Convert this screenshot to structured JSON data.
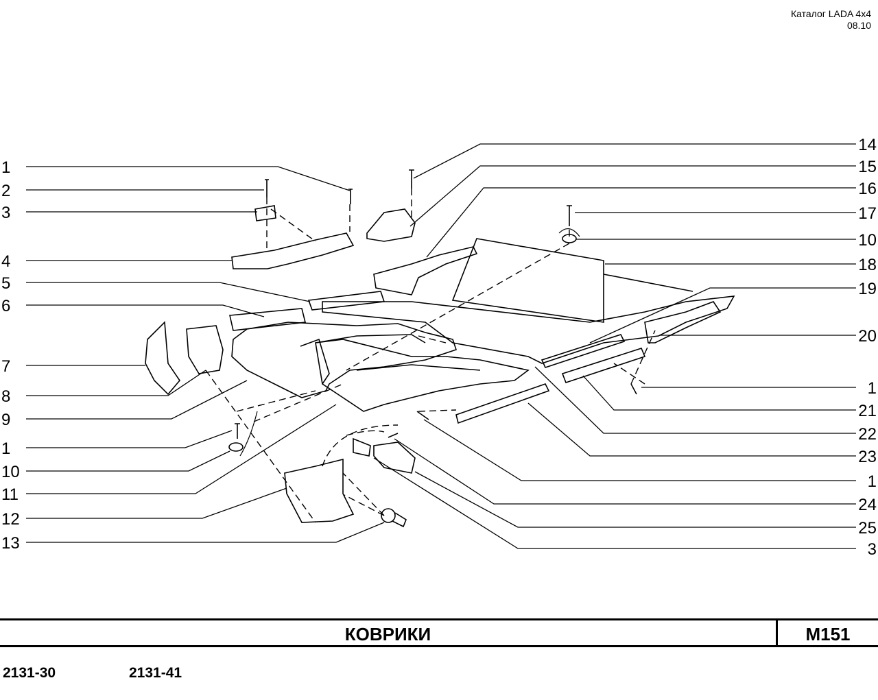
{
  "header": {
    "catalog": "Каталог  LADA  4x4",
    "date": "08.10"
  },
  "title": "КОВРИКИ",
  "code": "M151",
  "models": [
    "2131-30",
    "2131-41"
  ],
  "callouts_left": [
    "1",
    "2",
    "3",
    "4",
    "5",
    "6",
    "7",
    "8",
    "9",
    "1",
    "10",
    "11",
    "12",
    "13"
  ],
  "callouts_right": [
    "14",
    "15",
    "16",
    "17",
    "10",
    "18",
    "19",
    "20",
    "1",
    "21",
    "22",
    "23",
    "1",
    "24",
    "25",
    "3"
  ]
}
